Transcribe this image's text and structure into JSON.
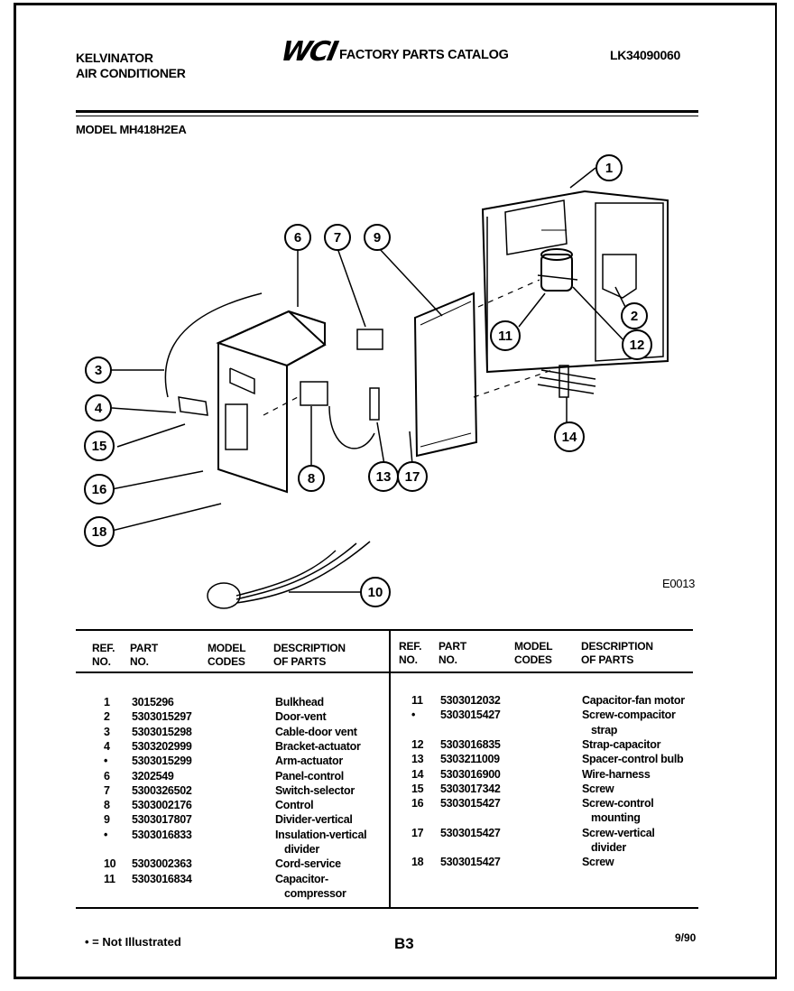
{
  "header": {
    "brand_line1": "KELVINATOR",
    "brand_line2": "AIR CONDITIONER",
    "logo_text": "WCI",
    "catalog_title": "FACTORY PARTS CATALOG",
    "catalog_number": "LK34090060",
    "model": "MODEL MH418H2EA"
  },
  "diagram": {
    "code": "E0013",
    "callouts": [
      "1",
      "2",
      "3",
      "4",
      "6",
      "7",
      "8",
      "9",
      "10",
      "11",
      "12",
      "13",
      "14",
      "15",
      "16",
      "17",
      "18"
    ]
  },
  "table": {
    "headers": {
      "ref": [
        "REF.",
        "NO."
      ],
      "part": [
        "PART",
        "NO."
      ],
      "model": [
        "MODEL",
        "CODES"
      ],
      "desc": [
        "DESCRIPTION",
        "OF PARTS"
      ]
    },
    "left_rows": [
      {
        "ref": "1",
        "part": "3015296",
        "desc": "Bulkhead",
        "desc2": ""
      },
      {
        "ref": "2",
        "part": "5303015297",
        "desc": "Door-vent",
        "desc2": ""
      },
      {
        "ref": "3",
        "part": "5303015298",
        "desc": "Cable-door vent",
        "desc2": ""
      },
      {
        "ref": "4",
        "part": "5303202999",
        "desc": "Bracket-actuator",
        "desc2": ""
      },
      {
        "ref": "•",
        "part": "5303015299",
        "desc": "Arm-actuator",
        "desc2": ""
      },
      {
        "ref": "6",
        "part": "3202549",
        "desc": "Panel-control",
        "desc2": ""
      },
      {
        "ref": "7",
        "part": "5300326502",
        "desc": "Switch-selector",
        "desc2": ""
      },
      {
        "ref": "8",
        "part": "5303002176",
        "desc": "Control",
        "desc2": ""
      },
      {
        "ref": "9",
        "part": "5303017807",
        "desc": "Divider-vertical",
        "desc2": ""
      },
      {
        "ref": "•",
        "part": "5303016833",
        "desc": "Insulation-vertical",
        "desc2": "divider"
      },
      {
        "ref": "10",
        "part": "5303002363",
        "desc": "Cord-service",
        "desc2": ""
      },
      {
        "ref": "11",
        "part": "5303016834",
        "desc": "Capacitor-",
        "desc2": "compressor"
      }
    ],
    "right_rows": [
      {
        "ref": "11",
        "part": "5303012032",
        "desc": "Capacitor-fan motor",
        "desc2": ""
      },
      {
        "ref": "•",
        "part": "5303015427",
        "desc": "Screw-compacitor",
        "desc2": "strap"
      },
      {
        "ref": "12",
        "part": "5303016835",
        "desc": "Strap-capacitor",
        "desc2": ""
      },
      {
        "ref": "13",
        "part": "5303211009",
        "desc": "Spacer-control bulb",
        "desc2": ""
      },
      {
        "ref": "14",
        "part": "5303016900",
        "desc": "Wire-harness",
        "desc2": ""
      },
      {
        "ref": "15",
        "part": "5303017342",
        "desc": "Screw",
        "desc2": ""
      },
      {
        "ref": "16",
        "part": "5303015427",
        "desc": "Screw-control",
        "desc2": "mounting"
      },
      {
        "ref": "17",
        "part": "5303015427",
        "desc": "Screw-vertical",
        "desc2": "divider"
      },
      {
        "ref": "18",
        "part": "5303015427",
        "desc": "Screw",
        "desc2": ""
      }
    ]
  },
  "footer": {
    "note": "• = Not Illustrated",
    "page": "B3",
    "date": "9/90"
  }
}
